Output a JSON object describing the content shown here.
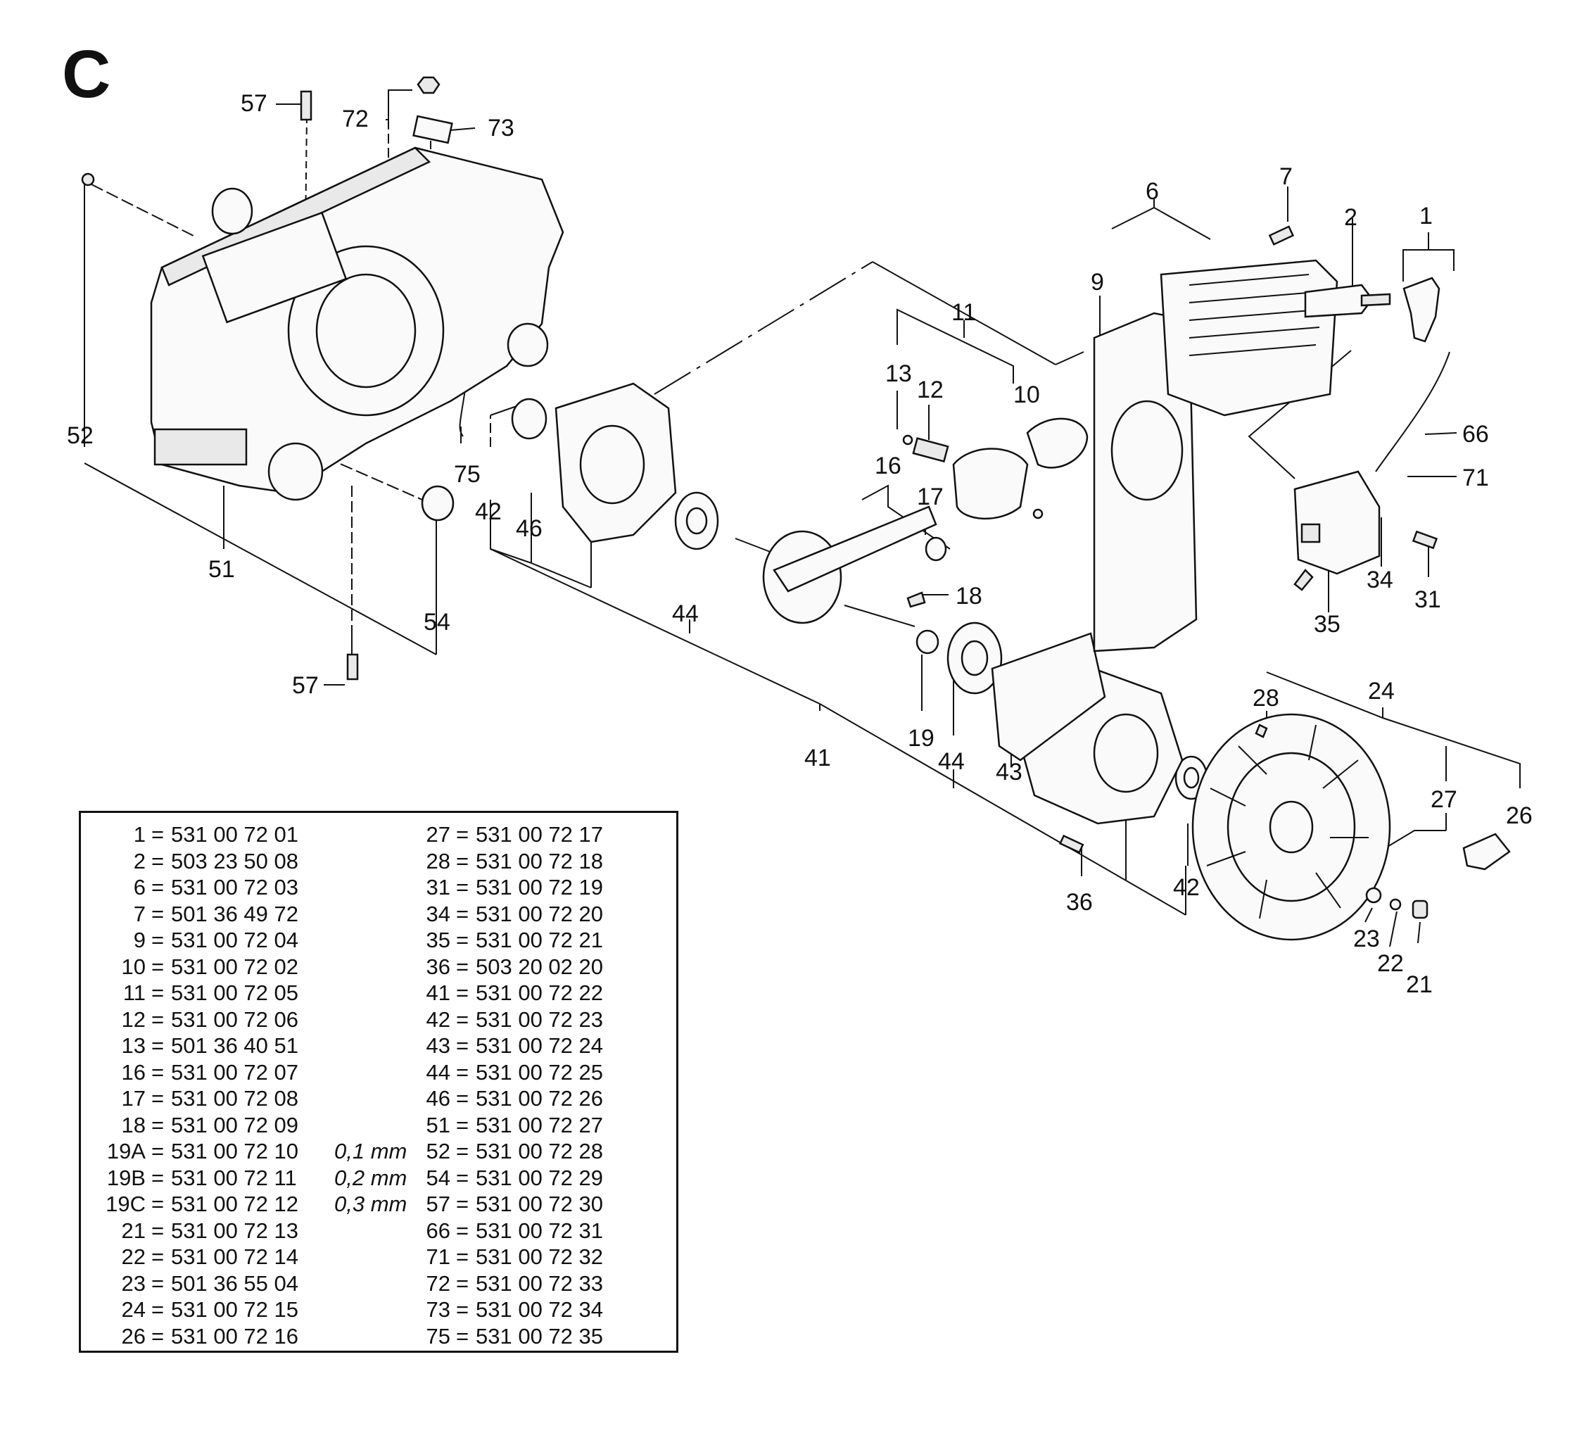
{
  "section_letter": "C",
  "callouts": [
    "1",
    "2",
    "6",
    "7",
    "9",
    "10",
    "11",
    "12",
    "13",
    "16",
    "17",
    "18",
    "19",
    "21",
    "22",
    "23",
    "24",
    "26",
    "27",
    "28",
    "31",
    "34",
    "35",
    "36",
    "41",
    "42",
    "43",
    "44",
    "46",
    "51",
    "52",
    "54",
    "57",
    "66",
    "71",
    "72",
    "73",
    "75"
  ],
  "parts_left": [
    {
      "ref": "1",
      "part": "531 00 72 01",
      "note": ""
    },
    {
      "ref": "2",
      "part": "503 23 50 08",
      "note": ""
    },
    {
      "ref": "6",
      "part": "531 00 72 03",
      "note": ""
    },
    {
      "ref": "7",
      "part": "501 36 49 72",
      "note": ""
    },
    {
      "ref": "9",
      "part": "531 00 72 04",
      "note": ""
    },
    {
      "ref": "10",
      "part": "531 00 72 02",
      "note": ""
    },
    {
      "ref": "11",
      "part": "531 00 72 05",
      "note": ""
    },
    {
      "ref": "12",
      "part": "531 00 72 06",
      "note": ""
    },
    {
      "ref": "13",
      "part": "501 36 40 51",
      "note": ""
    },
    {
      "ref": "16",
      "part": "531 00 72 07",
      "note": ""
    },
    {
      "ref": "17",
      "part": "531 00 72 08",
      "note": ""
    },
    {
      "ref": "18",
      "part": "531 00 72 09",
      "note": ""
    },
    {
      "ref": "19A",
      "part": "531 00 72 10",
      "note": "0,1 mm"
    },
    {
      "ref": "19B",
      "part": "531 00 72 11",
      "note": "0,2 mm"
    },
    {
      "ref": "19C",
      "part": "531 00 72 12",
      "note": "0,3 mm"
    },
    {
      "ref": "21",
      "part": "531 00 72 13",
      "note": ""
    },
    {
      "ref": "22",
      "part": "531 00 72 14",
      "note": ""
    },
    {
      "ref": "23",
      "part": "501 36 55 04",
      "note": ""
    },
    {
      "ref": "24",
      "part": "531 00 72 15",
      "note": ""
    },
    {
      "ref": "26",
      "part": "531 00 72 16",
      "note": ""
    }
  ],
  "parts_right": [
    {
      "ref": "27",
      "part": "531 00 72 17",
      "note": ""
    },
    {
      "ref": "28",
      "part": "531 00 72 18",
      "note": ""
    },
    {
      "ref": "31",
      "part": "531 00 72 19",
      "note": ""
    },
    {
      "ref": "34",
      "part": "531 00 72 20",
      "note": ""
    },
    {
      "ref": "35",
      "part": "531 00 72 21",
      "note": ""
    },
    {
      "ref": "36",
      "part": "503 20 02 20",
      "note": ""
    },
    {
      "ref": "41",
      "part": "531 00 72 22",
      "note": ""
    },
    {
      "ref": "42",
      "part": "531 00 72 23",
      "note": ""
    },
    {
      "ref": "43",
      "part": "531 00 72 24",
      "note": ""
    },
    {
      "ref": "44",
      "part": "531 00 72 25",
      "note": ""
    },
    {
      "ref": "46",
      "part": "531 00 72 26",
      "note": ""
    },
    {
      "ref": "51",
      "part": "531 00 72 27",
      "note": ""
    },
    {
      "ref": "52",
      "part": "531 00 72 28",
      "note": ""
    },
    {
      "ref": "54",
      "part": "531 00 72 29",
      "note": ""
    },
    {
      "ref": "57",
      "part": "531 00 72 30",
      "note": ""
    },
    {
      "ref": "66",
      "part": "531 00 72 31",
      "note": ""
    },
    {
      "ref": "71",
      "part": "531 00 72 32",
      "note": ""
    },
    {
      "ref": "72",
      "part": "531 00 72 33",
      "note": ""
    },
    {
      "ref": "73",
      "part": "531 00 72 34",
      "note": ""
    },
    {
      "ref": "75",
      "part": "531 00 72 35",
      "note": ""
    }
  ],
  "equals_sign": "="
}
